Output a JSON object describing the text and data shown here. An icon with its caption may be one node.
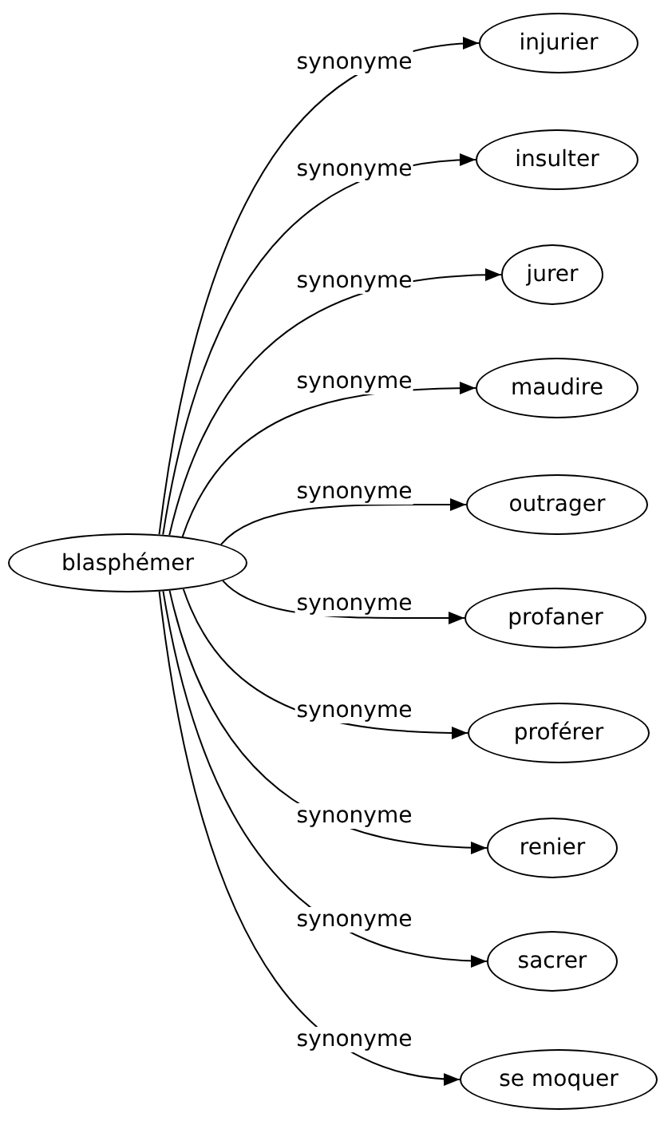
{
  "diagram": {
    "nodes": [
      {
        "text": [
          "blasphémer"
        ]
      },
      {
        "text": [
          "injurier"
        ]
      },
      {
        "text": [
          "insulter"
        ]
      },
      {
        "text": [
          "jurer"
        ]
      },
      {
        "text": [
          "maudire"
        ]
      },
      {
        "text": [
          "outrager"
        ]
      },
      {
        "text": [
          "profaner"
        ]
      },
      {
        "text": [
          "proférer"
        ]
      },
      {
        "text": [
          "renier"
        ]
      },
      {
        "text": [
          "sacrer"
        ]
      },
      {
        "text": [
          "se moquer"
        ]
      }
    ],
    "edges": [
      {
        "from": 0,
        "to": 1,
        "arrow": "to",
        "label": "synonyme"
      },
      {
        "from": 0,
        "to": 2,
        "arrow": "to",
        "label": "synonyme"
      },
      {
        "from": 0,
        "to": 3,
        "arrow": "to",
        "label": "synonyme"
      },
      {
        "from": 0,
        "to": 4,
        "arrow": "to",
        "label": "synonyme"
      },
      {
        "from": 0,
        "to": 5,
        "arrow": "to",
        "label": "synonyme"
      },
      {
        "from": 0,
        "to": 6,
        "arrow": "to",
        "label": "synonyme"
      },
      {
        "from": 0,
        "to": 7,
        "arrow": "to",
        "label": "synonyme"
      },
      {
        "from": 0,
        "to": 8,
        "arrow": "to",
        "label": "synonyme"
      },
      {
        "from": 0,
        "to": 9,
        "arrow": "to",
        "label": "synonyme"
      },
      {
        "from": 0,
        "to": 10,
        "arrow": "to",
        "label": "synonyme"
      }
    ]
  }
}
